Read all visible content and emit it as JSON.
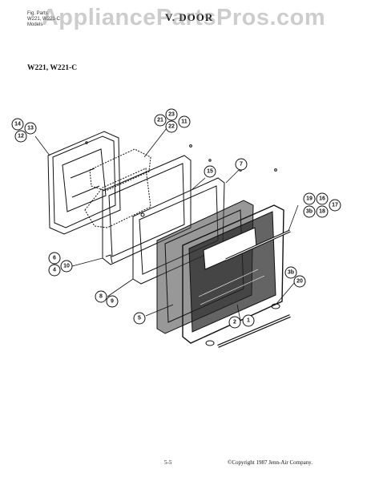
{
  "header": {
    "left_lines": [
      "Fig. Parts",
      "W221, W221-C",
      "Models"
    ],
    "section_title": "V. DOOR"
  },
  "watermark": "AppliancePartsPros.com",
  "model_label": "W221, W221-C",
  "callouts": {
    "c14": "14",
    "c13": "13",
    "c12": "12",
    "c21": "21",
    "c23": "23",
    "c11": "11",
    "c22": "22",
    "c15": "15",
    "c7": "7",
    "c19": "19",
    "c16a": "16",
    "c17": "17",
    "c3b_a": "3b",
    "c18": "18",
    "c6": "6",
    "c4": "4",
    "c10": "10",
    "c8": "8",
    "c9": "9",
    "c5": "5",
    "c2": "2",
    "c1": "1",
    "c3b_b": "3b",
    "c20": "20"
  },
  "footer": {
    "page_number": "5-5",
    "copyright": "©Copyright 1987 Jenn-Air Company."
  }
}
